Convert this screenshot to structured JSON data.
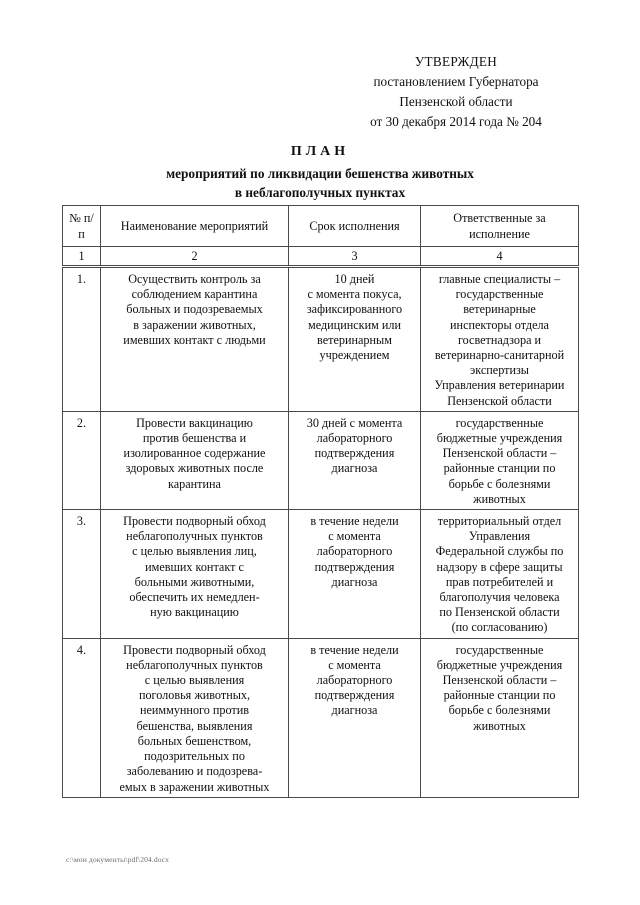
{
  "approval": {
    "lines": [
      "УТВЕРЖДЕН",
      "постановлением Губернатора",
      "Пензенской области",
      "от 30 декабря 2014 года № 204"
    ]
  },
  "title": {
    "main": "ПЛАН",
    "sub_line_1": "мероприятий по ликвидации бешенства животных",
    "sub_line_2": "в неблагополучных пунктах"
  },
  "table": {
    "headers": [
      {
        "line_1": "№",
        "line_2": "п/п"
      },
      {
        "line_1": "Наименование",
        "line_2": "мероприятий"
      },
      {
        "line_1": "Срок",
        "line_2": "исполнения"
      },
      {
        "line_1": "Ответственные",
        "line_2": "за исполнение"
      }
    ],
    "column_numbers": [
      "1",
      "2",
      "3",
      "4"
    ],
    "rows": [
      {
        "index": "1.",
        "measure": [
          "Осуществить контроль за",
          "соблюдением карантина",
          "больных и подозреваемых",
          "в заражении животных,",
          "имевших контакт с людьми"
        ],
        "term": [
          "10 дней",
          "с момента покуса,",
          "зафиксированного",
          "медицинским или",
          "ветеринарным",
          "учреждением"
        ],
        "responsible": [
          "главные специалисты –",
          "государственные",
          "ветеринарные",
          "инспекторы отдела",
          "госветнадзора и",
          "ветеринарно-санитарной",
          "экспертизы",
          "Управления ветеринарии",
          "Пензенской области"
        ]
      },
      {
        "index": "2.",
        "measure": [
          "Провести вакцинацию",
          "против бешенства и",
          "изолированное содержание",
          "здоровых животных после",
          "карантина"
        ],
        "term": [
          "30 дней с момента",
          "лабораторного",
          "подтверждения",
          "диагноза"
        ],
        "responsible": [
          "государственные",
          "бюджетные учреждения",
          "Пензенской области –",
          "районные станции по",
          "борьбе с болезнями",
          "животных"
        ]
      },
      {
        "index": "3.",
        "measure": [
          "Провести подворный обход",
          "неблагополучных пунктов",
          "с целью выявления лиц,",
          "имевших контакт с",
          "больными животными,",
          "обеспечить их немедлен-",
          "ную вакцинацию"
        ],
        "term": [
          "в течение недели",
          "с момента",
          "лабораторного",
          "подтверждения",
          "диагноза"
        ],
        "responsible": [
          "территориальный отдел",
          "Управления",
          "Федеральной службы по",
          "надзору в сфере защиты",
          "прав потребителей и",
          "благополучия человека",
          "по Пензенской области",
          "(по согласованию)"
        ]
      },
      {
        "index": "4.",
        "measure": [
          "Провести подворный обход",
          "неблагополучных пунктов",
          "с целью выявления",
          "поголовья животных,",
          "неиммунного против",
          "бешенства, выявления",
          "больных бешенством,",
          "подозрительных по",
          "заболеванию и подозрева-",
          "емых в заражении животных"
        ],
        "term": [
          "в течение недели",
          "с момента",
          "лабораторного",
          "подтверждения",
          "диагноза"
        ],
        "responsible": [
          "государственные",
          "бюджетные учреждения",
          "Пензенской области –",
          "районные станции по",
          "борьбе с болезнями",
          "животных"
        ]
      }
    ]
  },
  "footer": {
    "path": "c:\\мои документы\\pdf\\204.docx"
  }
}
